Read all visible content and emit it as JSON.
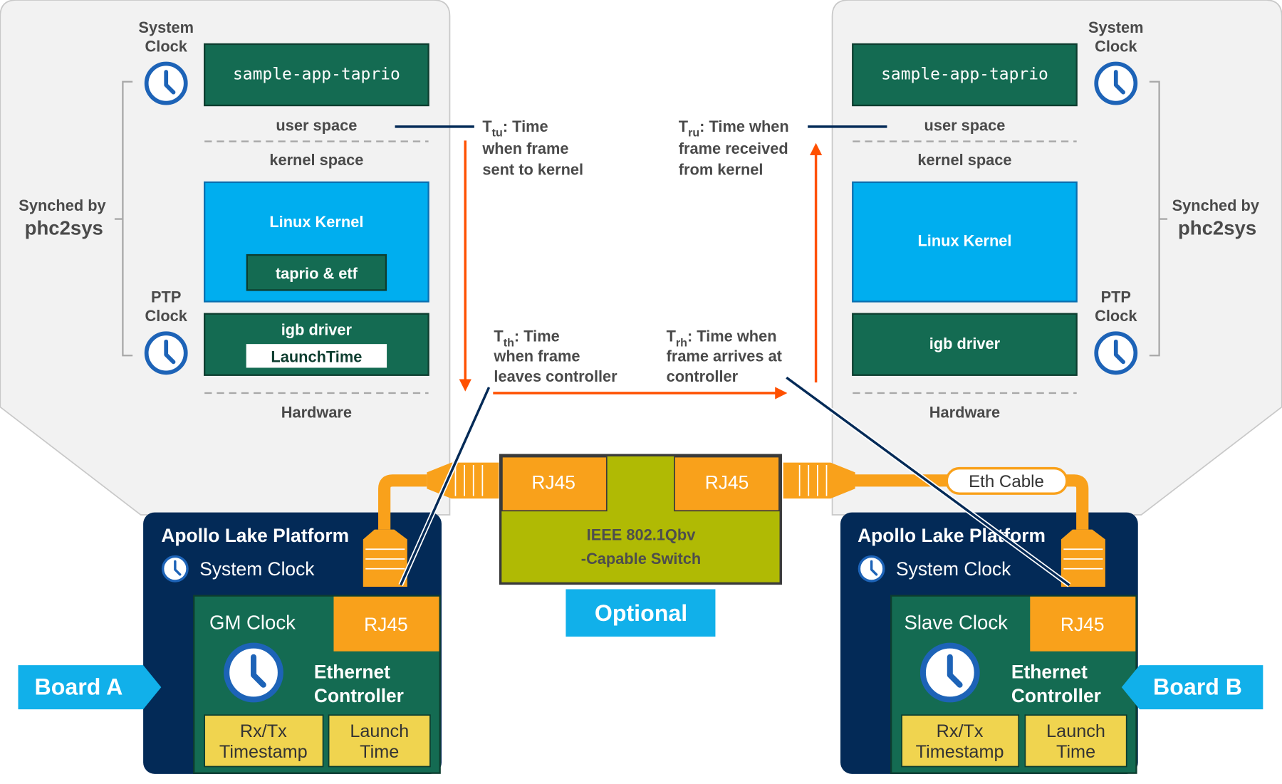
{
  "colors": {
    "panel_gray": "#f2f2f2",
    "dark_green": "#146b52",
    "kernel_blue": "#00aeef",
    "board_navy": "#032a57",
    "orange": "#f9a11b",
    "switch_olive": "#b0ba04",
    "timestamp_yellow": "#f0d44f",
    "arrow_red": "#ff5000",
    "clock_blue": "#1d63b7",
    "badge_blue": "#11b0ea"
  },
  "left_panel": {
    "system_clock": [
      "System",
      "Clock"
    ],
    "ptp_clock": [
      "PTP",
      "Clock"
    ],
    "synched_by": "Synched by",
    "phc2sys": "phc2sys",
    "app": "sample-app-taprio",
    "user_space": "user space",
    "kernel_space": "kernel space",
    "linux_kernel": "Linux Kernel",
    "qdisc": "taprio & etf",
    "igb_driver": "igb driver",
    "launchtime": "LaunchTime",
    "hardware": "Hardware"
  },
  "right_panel": {
    "system_clock": [
      "System",
      "Clock"
    ],
    "ptp_clock": [
      "PTP",
      "Clock"
    ],
    "synched_by": "Synched by",
    "phc2sys": "phc2sys",
    "app": "sample-app-taprio",
    "user_space": "user space",
    "kernel_space": "kernel space",
    "linux_kernel": "Linux Kernel",
    "igb_driver": "igb driver",
    "hardware": "Hardware"
  },
  "annotations": {
    "ttu": {
      "T": "T",
      "sub": "tu",
      "line1": ": Time",
      "line2": "when frame",
      "line3": "sent to kernel"
    },
    "tru": {
      "T": "T",
      "sub": "ru",
      "line1": ": Time when",
      "line2": "frame received",
      "line3": "from kernel"
    },
    "tth": {
      "T": "T",
      "sub": "th",
      "line1": ": Time",
      "line2": "when frame",
      "line3": "leaves controller"
    },
    "trh": {
      "T": "T",
      "sub": "rh",
      "line1": ": Time when",
      "line2": "frame arrives at",
      "line3": "controller"
    }
  },
  "switch": {
    "port_left": "RJ45",
    "port_right": "RJ45",
    "line1": "IEEE 802.1Qbv",
    "line2": "-Capable Switch",
    "optional": "Optional"
  },
  "eth_cable": "Eth Cable",
  "board_a": {
    "badge": "Board A",
    "platform": "Apollo Lake Platform",
    "system_clock": "System Clock",
    "clock_role": "GM Clock",
    "rj45": "RJ45",
    "controller": [
      "Ethernet",
      "Controller"
    ],
    "rxtx": [
      "Rx/Tx",
      "Timestamp"
    ],
    "launch": [
      "Launch",
      "Time"
    ]
  },
  "board_b": {
    "badge": "Board B",
    "platform": "Apollo Lake Platform",
    "system_clock": "System Clock",
    "clock_role": "Slave Clock",
    "rj45": "RJ45",
    "controller": [
      "Ethernet",
      "Controller"
    ],
    "rxtx": [
      "Rx/Tx",
      "Timestamp"
    ],
    "launch": [
      "Launch",
      "Time"
    ]
  }
}
